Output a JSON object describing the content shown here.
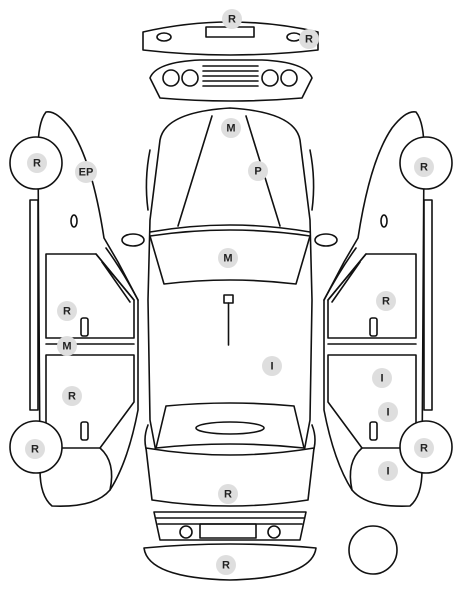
{
  "damage_codes": [
    {
      "id": "front-bumper",
      "code": "R"
    },
    {
      "id": "front-bumper-corner",
      "code": "R"
    },
    {
      "id": "hood-top",
      "code": "M"
    },
    {
      "id": "hood-center",
      "code": "P"
    },
    {
      "id": "windshield",
      "code": "M"
    },
    {
      "id": "roof",
      "code": "I"
    },
    {
      "id": "rear-top",
      "code": "R"
    },
    {
      "id": "rear-bumper",
      "code": "R"
    },
    {
      "id": "left-front-wheel",
      "code": "R"
    },
    {
      "id": "left-fender",
      "code": "EP"
    },
    {
      "id": "left-front-door",
      "code": "R"
    },
    {
      "id": "left-sill",
      "code": "M"
    },
    {
      "id": "left-rear-door",
      "code": "R"
    },
    {
      "id": "left-rear-wheel",
      "code": "R"
    },
    {
      "id": "right-front-wheel",
      "code": "R"
    },
    {
      "id": "right-front-door",
      "code": "R"
    },
    {
      "id": "right-rear-door",
      "code": "I"
    },
    {
      "id": "right-rear-door-lower",
      "code": "I"
    },
    {
      "id": "right-rear-wheel",
      "code": "R"
    },
    {
      "id": "right-quarter",
      "code": "I"
    }
  ],
  "colors": {
    "line": "#111111",
    "badge_fill": "#dedede",
    "badge_text": "#222222"
  }
}
